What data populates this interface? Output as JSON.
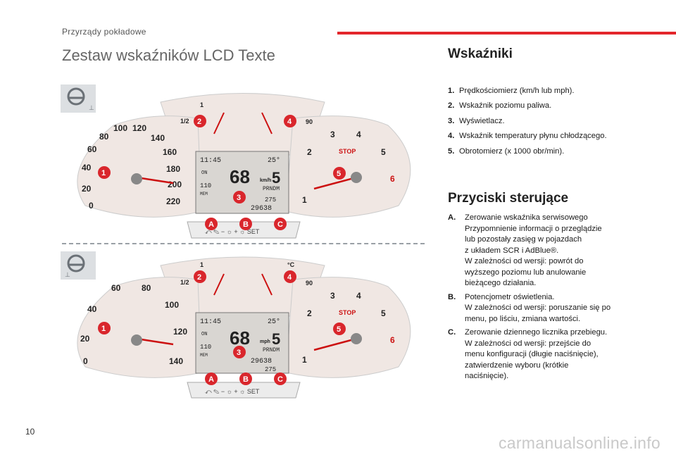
{
  "header": {
    "section": "Przyrządy pokładowe",
    "accent": "#e3262b"
  },
  "title": "Zestaw wskaźników LCD Texte",
  "indicators": {
    "heading": "Wskaźniki",
    "items": [
      {
        "num": "1.",
        "text": "Prędkościomierz (km/h lub mph)."
      },
      {
        "num": "2.",
        "text": "Wskaźnik poziomu paliwa."
      },
      {
        "num": "3.",
        "text": "Wyświetlacz."
      },
      {
        "num": "4.",
        "text": "Wskaźnik temperatury płynu chłodzącego."
      },
      {
        "num": "5.",
        "text": "Obrotomierz (x 1000 obr/min)."
      }
    ]
  },
  "controls": {
    "heading": "Przyciski sterujące",
    "items": [
      {
        "num": "A.",
        "lines": [
          "Zerowanie wskaźnika serwisowego",
          "Przypomnienie informacji o przeglądzie",
          "lub pozostały zasięg w pojazdach",
          "z układem SCR i AdBlue®.",
          "W zależności od wersji: powrót do",
          "wyższego poziomu lub anulowanie",
          "bieżącego działania."
        ]
      },
      {
        "num": "B.",
        "lines": [
          "Potencjometr oświetlenia.",
          "W zależności od wersji: poruszanie się po",
          "menu, po liściu, zmiana wartości."
        ]
      },
      {
        "num": "C.",
        "lines": [
          "Zerowanie dziennego licznika przebiegu.",
          "W zależności od wersji: przejście do",
          "menu konfiguracji (długie naciśnięcie),",
          "zatwierdzenie wyboru (krótkie",
          "naciśnięcie)."
        ]
      }
    ]
  },
  "footer": {
    "page": "10",
    "watermark": "carmanualsonline.info"
  },
  "figure": {
    "callouts": [
      "1",
      "2",
      "3",
      "4",
      "5",
      "A",
      "B",
      "C"
    ],
    "callout_color": "#d9262c",
    "fuel_labels": [
      "1",
      "1/2"
    ],
    "temp_labels": [
      "90"
    ],
    "temp_scale_c": "°C",
    "stop_label": "STOP",
    "rpm_labels": [
      "1",
      "2",
      "3",
      "4",
      "5",
      "6"
    ],
    "speed_kmh_labels": [
      "0",
      "20",
      "40",
      "60",
      "80",
      "100",
      "120",
      "140",
      "160",
      "180",
      "200",
      "220"
    ],
    "speed_mph_labels": [
      "0",
      "20",
      "40",
      "60",
      "80",
      "100",
      "120",
      "140"
    ],
    "lcd": {
      "time": "11:45",
      "temp": "25°",
      "speed": "68",
      "speed_unit_top": "km/h",
      "speed_unit_bottom": "mph",
      "gear": "5",
      "gear_row": "PRNDM",
      "odo_trip": "275",
      "odo_total": "29638",
      "on": "ON",
      "mem": "MEM",
      "lim": "110"
    },
    "buttons": [
      "A",
      "B",
      "C"
    ],
    "icons": [
      "steering-wheel-icon",
      "wrench-icon",
      "fuel-pump-icon",
      "coolant-temp-icon",
      "oil-can-icon",
      "seatbelt-icon",
      "headlight-icon",
      "battery-icon"
    ]
  }
}
